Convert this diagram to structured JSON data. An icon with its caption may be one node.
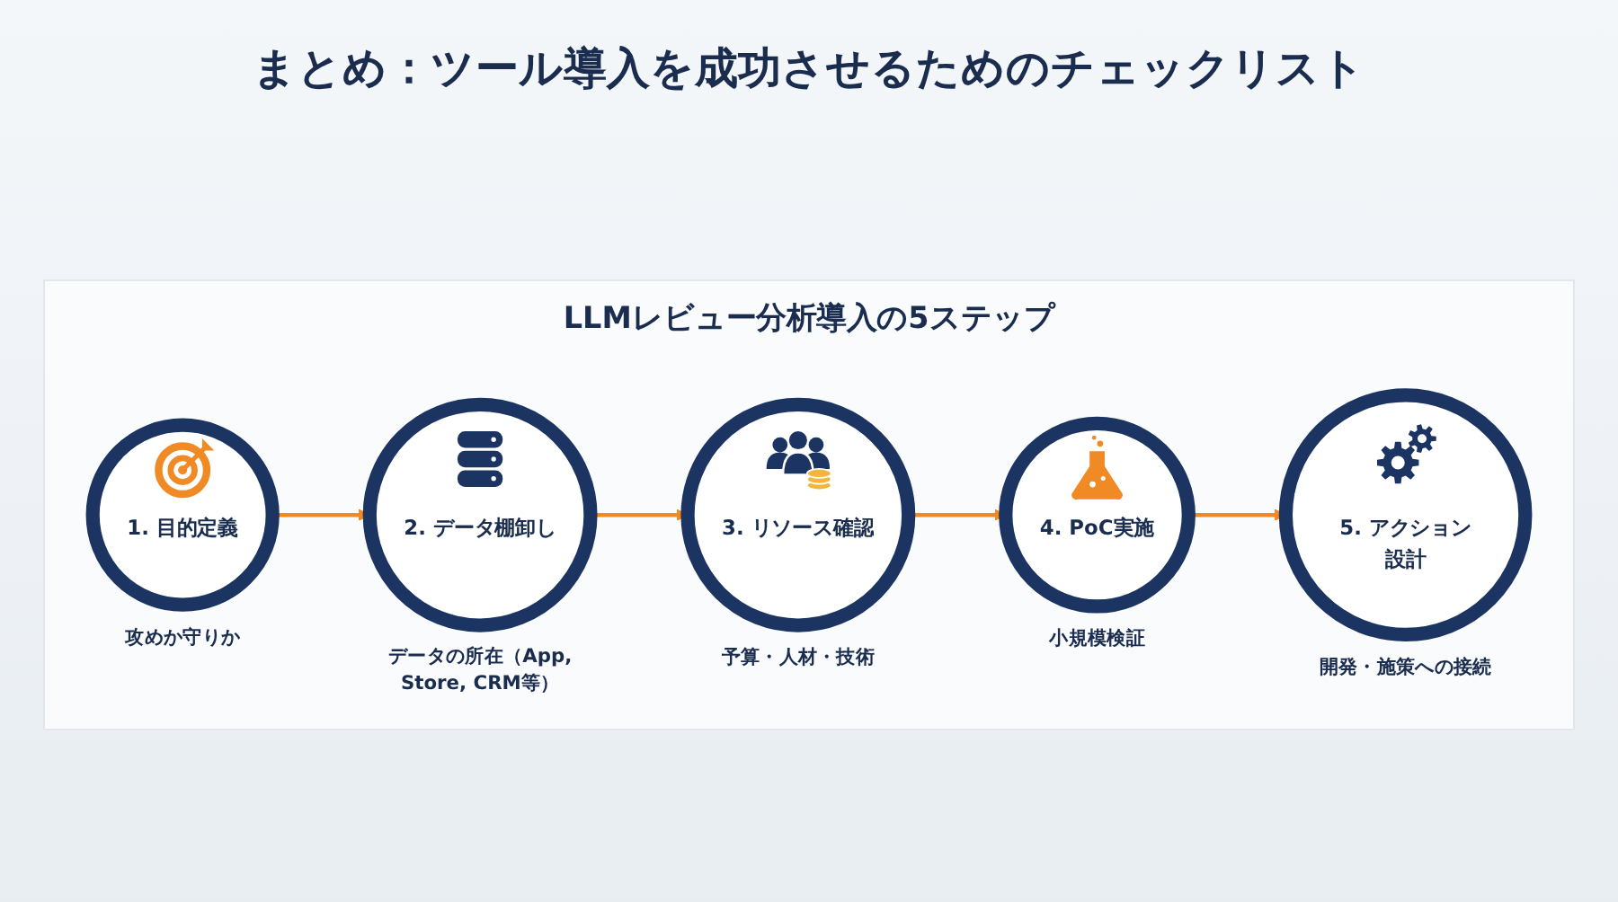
{
  "diagram": {
    "title": "まとめ：ツール導入を成功させるためのチェックリスト",
    "nodes": [
      {
        "text": [
          "LLMレビュー分析導入の5ステップ"
        ]
      },
      {
        "text": [
          "1. 目的定義"
        ],
        "in": 0,
        "beside": [
          "攻めか守りか"
        ]
      },
      {
        "text": [
          "2. データ棚卸し"
        ],
        "in": 0,
        "beside": [
          "データの所在（App, Store, CRM等）"
        ]
      },
      {
        "text": [
          "3. リソース確認"
        ],
        "in": 0,
        "beside": [
          "予算・人材・技術"
        ]
      },
      {
        "text": [
          "4. PoC実施"
        ],
        "in": 0,
        "beside": [
          "小規模検証"
        ]
      },
      {
        "text": [
          "5. アクション設計"
        ],
        "in": 0,
        "beside": [
          "開発・施策への接続"
        ]
      }
    ],
    "edges": [
      {
        "from": 1,
        "to": 2,
        "arrow": "to"
      },
      {
        "from": 2,
        "to": 3,
        "arrow": "to"
      },
      {
        "from": 3,
        "to": 4,
        "arrow": "to"
      },
      {
        "from": 4,
        "to": 5,
        "arrow": "to"
      }
    ]
  }
}
